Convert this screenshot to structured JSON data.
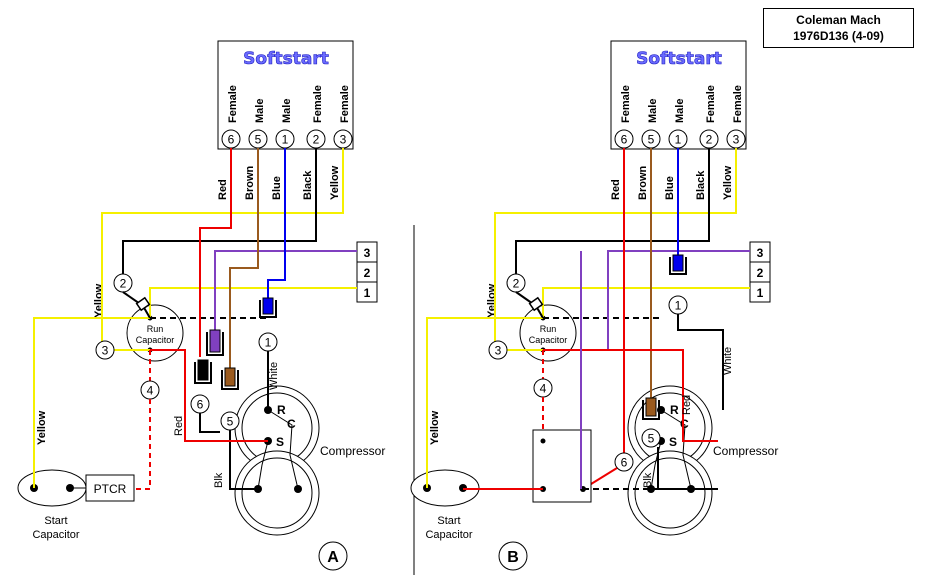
{
  "title": {
    "line1": "Coleman Mach",
    "line2": "1976D136 (4-09)"
  },
  "module_label": "Softstart",
  "pins": [
    {
      "num": "6",
      "gender": "Female"
    },
    {
      "num": "5",
      "gender": "Male"
    },
    {
      "num": "1",
      "gender": "Male"
    },
    {
      "num": "2",
      "gender": "Female"
    },
    {
      "num": "3",
      "gender": "Female"
    }
  ],
  "wires": [
    "Red",
    "Brown",
    "Blue",
    "Black",
    "Yellow"
  ],
  "terminal_block": [
    "3",
    "2",
    "1"
  ],
  "labels": {
    "run_capacitor_1": "Run",
    "run_capacitor_2": "Capacitor",
    "start_capacitor_1": "Start",
    "start_capacitor_2": "Capacitor",
    "compressor": "Compressor",
    "ptcr": "PTCR",
    "yellow": "Yellow",
    "red": "Red",
    "white": "White",
    "blk": "Blk",
    "term_r": "R",
    "term_c": "C",
    "term_s": "S"
  },
  "connectors": {
    "c1": "1",
    "c2": "2",
    "c3": "3",
    "c4": "4",
    "c5": "5",
    "c6": "6"
  },
  "diagram_a": "A",
  "diagram_b": "B",
  "colors": {
    "red": "#ee0000",
    "brown": "#9a5a1e",
    "blue": "#0000ee",
    "black": "#000000",
    "yellow": "#f5f000",
    "purple": "#8040c0",
    "softstart_text": "#6a6aff"
  }
}
